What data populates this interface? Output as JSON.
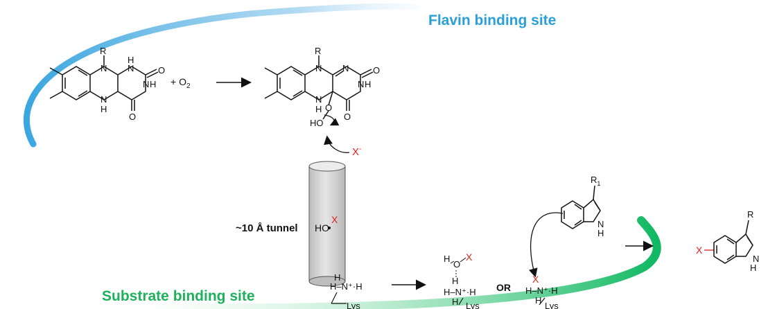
{
  "labels": {
    "flavin_site": "Flavin binding site",
    "substrate_site": "Substrate binding site",
    "tunnel": "~10 Å tunnel",
    "or": "OR",
    "plus_o2": "+ O",
    "o2_sub": "2",
    "halide": "X",
    "halide_charge": "-",
    "hox_ho": "HO",
    "hox_x": "X",
    "lys": "Lys",
    "r": "R",
    "r1": "R",
    "r1_sub": "1"
  },
  "colors": {
    "flavin_arc": "#3aa6e0",
    "substrate_arc": "#1ec46a",
    "halogen": "#e02020",
    "tunnel_fill": "#d6d6d6"
  }
}
